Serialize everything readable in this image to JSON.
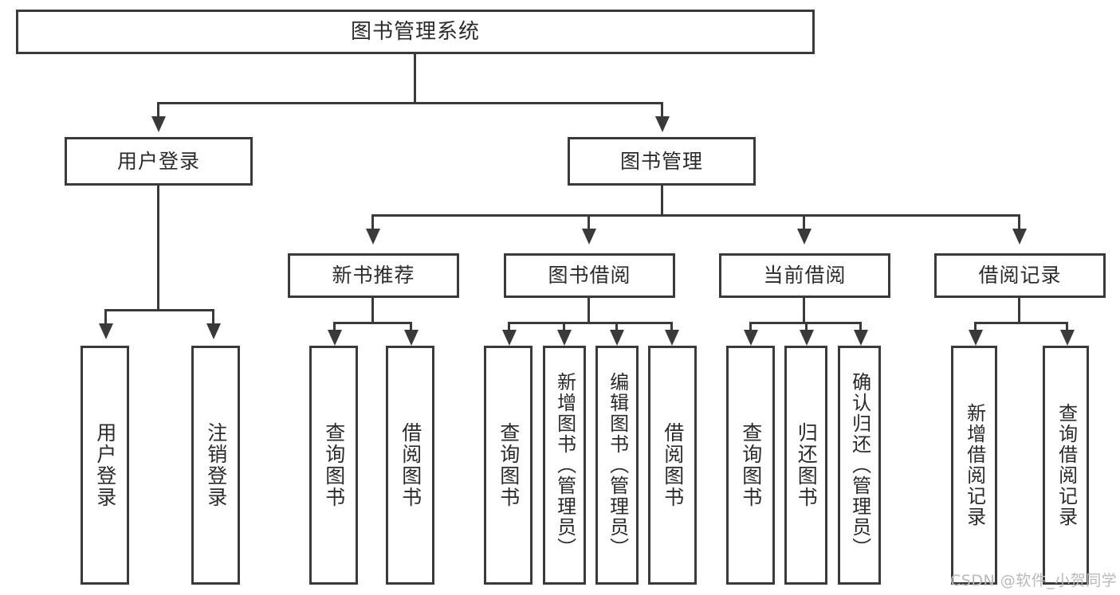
{
  "diagram": {
    "title": "图书管理系统",
    "level2": [
      {
        "id": "user-login",
        "label": "用户登录"
      },
      {
        "id": "book-management",
        "label": "图书管理"
      }
    ],
    "level3": [
      {
        "id": "new-book-recommend",
        "label": "新书推荐"
      },
      {
        "id": "book-borrow",
        "label": "图书借阅"
      },
      {
        "id": "current-borrow",
        "label": "当前借阅"
      },
      {
        "id": "borrow-record",
        "label": "借阅记录"
      }
    ],
    "leaves": {
      "user_login": [
        {
          "id": "leaf-user-login",
          "label": "用户登录"
        },
        {
          "id": "leaf-logout-login",
          "label": "注销登录"
        }
      ],
      "new_book_recommend": [
        {
          "id": "leaf-query-book-1",
          "label": "查询图书"
        },
        {
          "id": "leaf-borrow-book-1",
          "label": "借阅图书"
        }
      ],
      "book_borrow": [
        {
          "id": "leaf-query-book-2",
          "label": "查询图书"
        },
        {
          "id": "leaf-add-book",
          "label": "新增图书（管理员）"
        },
        {
          "id": "leaf-edit-book",
          "label": "编辑图书（管理员）"
        },
        {
          "id": "leaf-borrow-book-2",
          "label": "借阅图书"
        }
      ],
      "current_borrow": [
        {
          "id": "leaf-query-book-3",
          "label": "查询图书"
        },
        {
          "id": "leaf-return-book",
          "label": "归还图书"
        },
        {
          "id": "leaf-confirm-return",
          "label": "确认归还（管理员）"
        }
      ],
      "borrow_record": [
        {
          "id": "leaf-add-record",
          "label": "新增借阅记录"
        },
        {
          "id": "leaf-query-record",
          "label": "查询借阅记录"
        }
      ]
    }
  },
  "watermark": {
    "text": "CSDN @软件_小贺同学"
  },
  "colors": {
    "stroke": "#3a3a3a",
    "text": "#2b2b2b",
    "background": "#ffffff",
    "watermark": "#b9b9b9"
  }
}
